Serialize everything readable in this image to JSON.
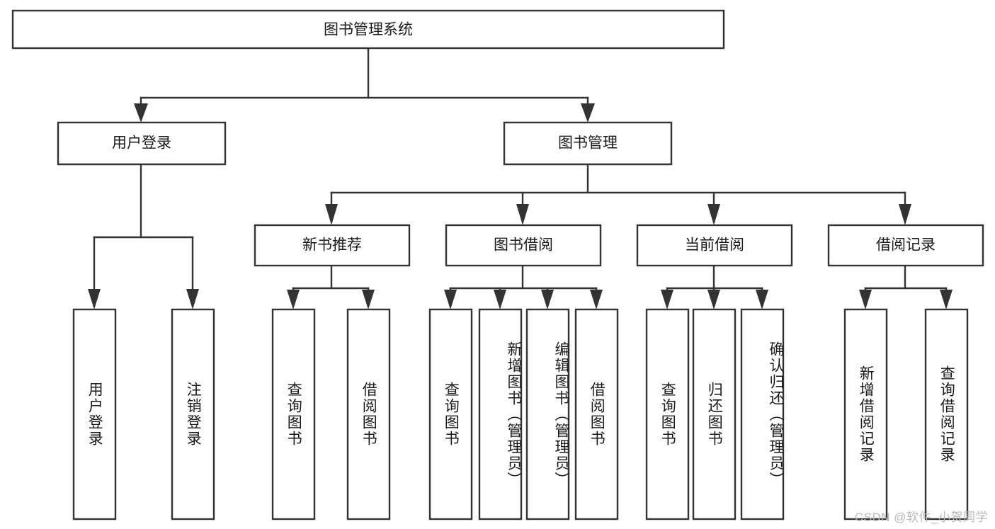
{
  "diagram": {
    "title": "图书管理系统",
    "type": "tree-hierarchy",
    "root": {
      "id": "root",
      "label": "图书管理系统",
      "level": 1
    },
    "level2": [
      {
        "id": "user-login",
        "label": "用户登录"
      },
      {
        "id": "book-manage",
        "label": "图书管理"
      }
    ],
    "level3": [
      {
        "id": "new-book-rec",
        "label": "新书推荐",
        "parent": "book-manage"
      },
      {
        "id": "book-borrow",
        "label": "图书借阅",
        "parent": "book-manage"
      },
      {
        "id": "current-borrow",
        "label": "当前借阅",
        "parent": "book-manage"
      },
      {
        "id": "borrow-record",
        "label": "借阅记录",
        "parent": "book-manage"
      }
    ],
    "leaves": {
      "user-login": [
        {
          "id": "leaf-user-login",
          "label": "用户登录"
        },
        {
          "id": "leaf-logout",
          "label": "注销登录"
        }
      ],
      "new-book-rec": [
        {
          "id": "leaf-query-book-1",
          "label": "查询图书"
        },
        {
          "id": "leaf-borrow-book-1",
          "label": "借阅图书"
        }
      ],
      "book-borrow": [
        {
          "id": "leaf-query-book-2",
          "label": "查询图书"
        },
        {
          "id": "leaf-add-book",
          "label": "新增图书（管理员）"
        },
        {
          "id": "leaf-edit-book",
          "label": "编辑图书（管理员）"
        },
        {
          "id": "leaf-borrow-book-2",
          "label": "借阅图书"
        }
      ],
      "current-borrow": [
        {
          "id": "leaf-query-book-3",
          "label": "查询图书"
        },
        {
          "id": "leaf-return-book",
          "label": "归还图书"
        },
        {
          "id": "leaf-confirm-return",
          "label": "确认归还（管理员）"
        }
      ],
      "borrow-record": [
        {
          "id": "leaf-add-record",
          "label": "新增借阅记录"
        },
        {
          "id": "leaf-query-record",
          "label": "查询借阅记录"
        }
      ]
    }
  },
  "style": {
    "box_fill": "#ffffff",
    "box_stroke": "#333333",
    "text_color": "#1a1a1a",
    "background": "#ffffff",
    "watermark_color": "#b9b9b9"
  },
  "watermark": {
    "text": "CSDN @软件_小贺同学"
  }
}
